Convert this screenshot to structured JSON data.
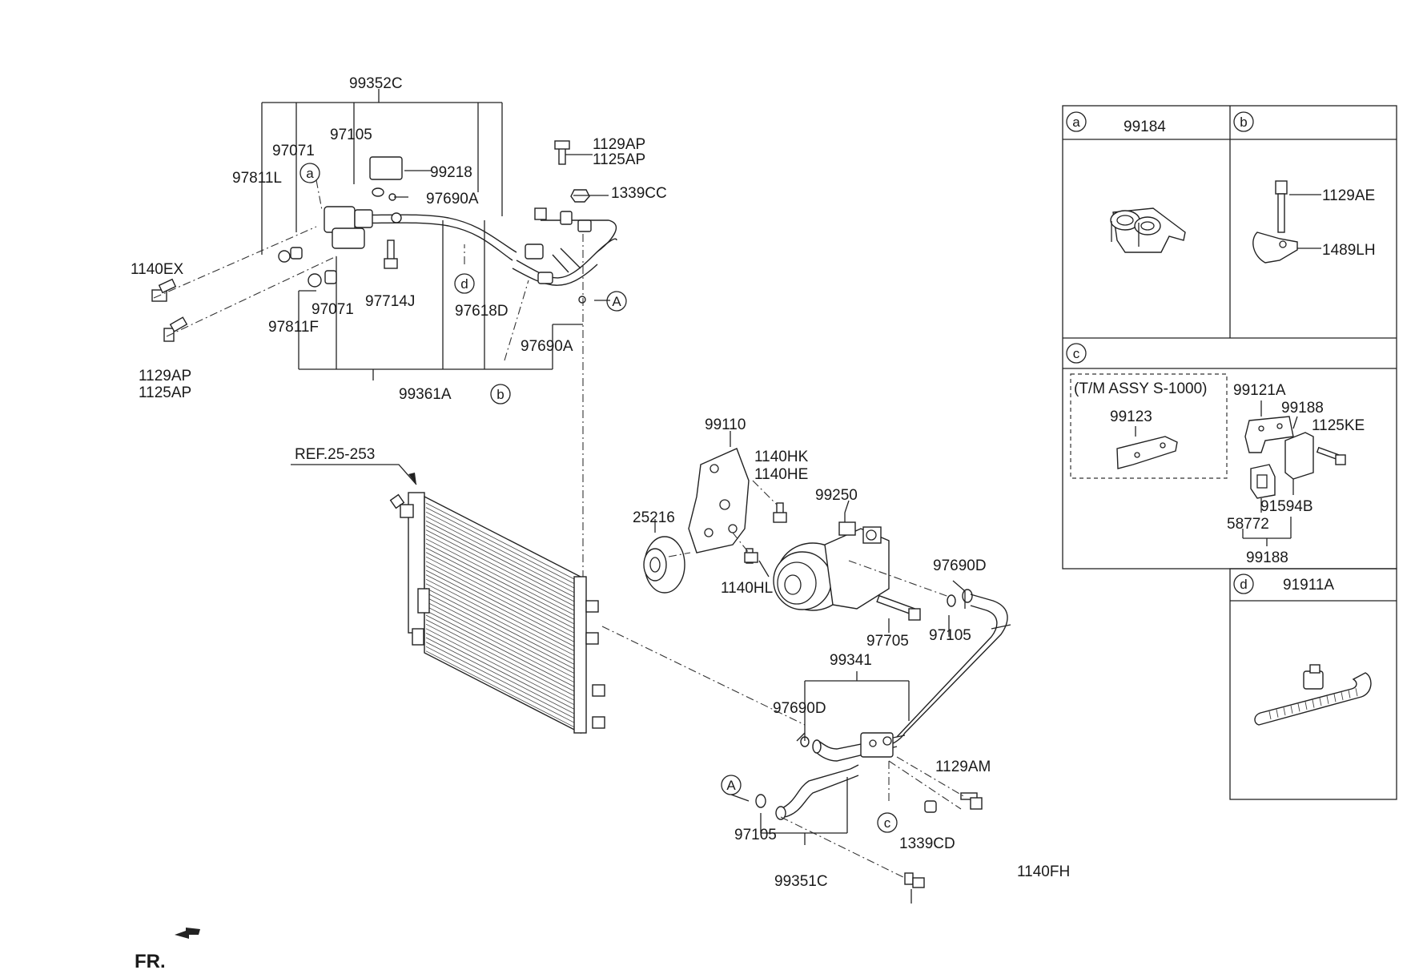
{
  "labels": {
    "l99352C": "99352C",
    "l97071a": "97071",
    "l97105a": "97105",
    "l97811L": "97811L",
    "l99218": "99218",
    "l97690Aa": "97690A",
    "l1129APa": "1129AP",
    "l1125APa": "1125AP",
    "l1339CC": "1339CC",
    "l1140EX": "1140EX",
    "l97071b": "97071",
    "l97811F": "97811F",
    "l97714J": "97714J",
    "l97618D": "97618D",
    "l97690Ab": "97690A",
    "l1129APb": "1129AP",
    "l1125APb": "1125AP",
    "l99361A": "99361A",
    "lREF": "REF.25-253",
    "l99110": "99110",
    "l1140HK": "1140HK",
    "l1140HE": "1140HE",
    "l99250": "99250",
    "l25216": "25216",
    "l1140HL": "1140HL",
    "l97690Dd": "97690D",
    "l97105b": "97105",
    "l97705": "97705",
    "l99341": "99341",
    "l97690De": "97690D",
    "l1129AM": "1129AM",
    "l97105c": "97105",
    "l1339CD": "1339CD",
    "l99351C": "99351C",
    "l1140FH": "1140FH",
    "lFR": "FR."
  },
  "callouts": {
    "a1": "a",
    "b1": "b",
    "d1": "d",
    "A1": "A",
    "A2": "A",
    "c1": "c"
  },
  "panels": {
    "a": {
      "letter": "a",
      "part": "99184"
    },
    "b": {
      "letter": "b",
      "part1": "1129AE",
      "part2": "1489LH"
    },
    "c": {
      "letter": "c",
      "note": "(T/M ASSY S-1000)",
      "inner_part": "99123",
      "p99121A": "99121A",
      "p99188a": "99188",
      "p1125KE": "1125KE",
      "p91594B": "91594B",
      "p58772": "58772",
      "p99188b": "99188"
    },
    "d": {
      "letter": "d",
      "part": "91911A"
    }
  },
  "colors": {
    "line": "#222222",
    "background": "#ffffff"
  }
}
